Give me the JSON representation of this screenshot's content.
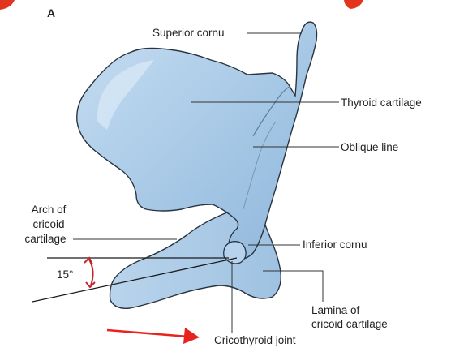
{
  "figure": {
    "panel_letter": "A",
    "labels": {
      "superior_cornu": "Superior cornu",
      "thyroid_cartilage": "Thyroid cartilage",
      "oblique_line": "Oblique line",
      "arch_of_cricoid_line1": "Arch of",
      "arch_of_cricoid_line2": "cricoid",
      "arch_of_cricoid_line3": "cartilage",
      "inferior_cornu": "Inferior cornu",
      "angle": "15°",
      "lamina_line1": "Lamina of",
      "lamina_line2": "cricoid cartilage",
      "cricothyroid_joint": "Cricothyroid joint"
    },
    "colors": {
      "cartilage_fill": "#a9cbe8",
      "cartilage_light": "#cfe3f4",
      "outline": "#2a3440",
      "arrow": "#e8231e",
      "angle_mark": "#c0272d"
    }
  }
}
